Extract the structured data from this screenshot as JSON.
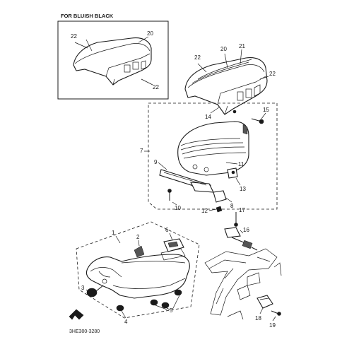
{
  "header": {
    "inset_title": "FOR BLUISH BLACK"
  },
  "footer": {
    "drawing_code": "3HE300-3280"
  },
  "callouts": {
    "c1": "1",
    "c2": "2",
    "c3": "3",
    "c4": "4",
    "c5": "5",
    "c6": "6",
    "c7": "7",
    "c8": "8",
    "c9": "9",
    "c10": "10",
    "c11": "11",
    "c12": "12",
    "c13": "13",
    "c14": "14",
    "c15": "15",
    "c16": "16",
    "c17": "17",
    "c18": "18",
    "c19": "19",
    "c20": "20",
    "c21": "21",
    "c22": "22"
  }
}
